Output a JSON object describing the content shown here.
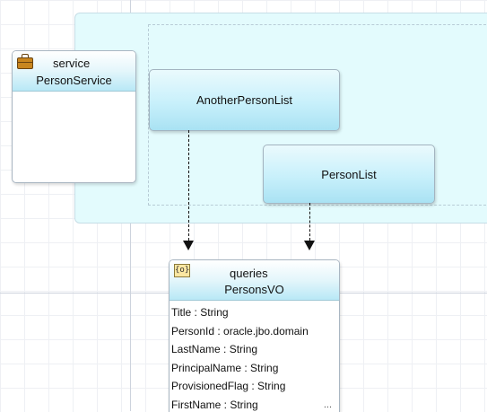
{
  "service": {
    "stereotype": "service",
    "name": "PersonService",
    "icon": "briefcase-icon"
  },
  "instances": [
    {
      "label": "AnotherPersonList"
    },
    {
      "label": "PersonList"
    }
  ],
  "query": {
    "stereotype": "queries",
    "name": "PersonsVO",
    "icon": "view-object-icon",
    "icon_glyph": "{o}",
    "attributes": [
      "Title : String",
      "PersonId : oracle.jbo.domain",
      "LastName : String",
      "PrincipalName : String",
      "ProvisionedFlag : String",
      "FirstName : String"
    ],
    "more_indicator": "..."
  },
  "colors": {
    "container_fill": "#e3fbfd",
    "header_gradient_end": "#b8e8f6",
    "briefcase": "#c8861f"
  }
}
